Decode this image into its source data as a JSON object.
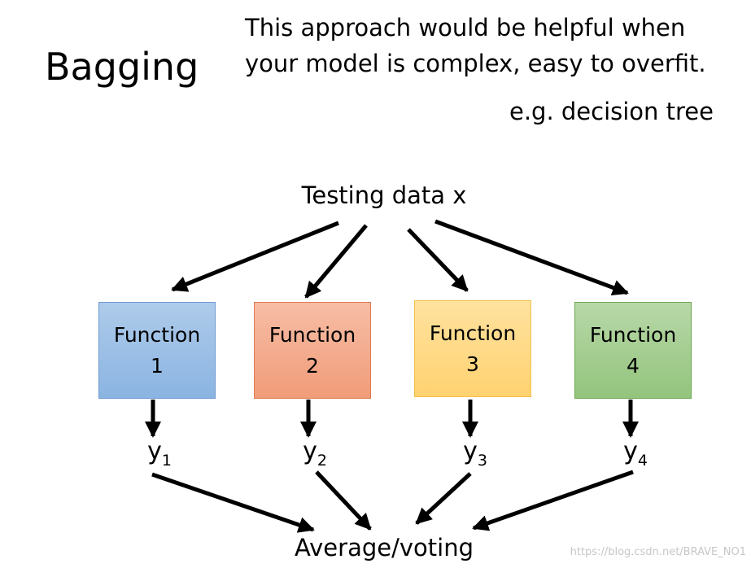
{
  "title": "Bagging",
  "description": {
    "line1": "This approach would be helpful when",
    "line2": "your model is complex, easy to overfit."
  },
  "example": "e.g. decision tree",
  "input_label": "Testing data x",
  "output_label": "Average/voting",
  "functions": [
    {
      "name": "Function",
      "number": "1",
      "output_base": "y",
      "output_sub": "1",
      "color": "#9dc3e6"
    },
    {
      "name": "Function",
      "number": "2",
      "output_base": "y",
      "output_sub": "2",
      "color": "#f4b183"
    },
    {
      "name": "Function",
      "number": "3",
      "output_base": "y",
      "output_sub": "3",
      "color": "#ffd966"
    },
    {
      "name": "Function",
      "number": "4",
      "output_base": "y",
      "output_sub": "4",
      "color": "#a9d18e"
    }
  ],
  "watermark": "https://blog.csdn.net/BRAVE_NO1",
  "arrow_color": "#000000"
}
